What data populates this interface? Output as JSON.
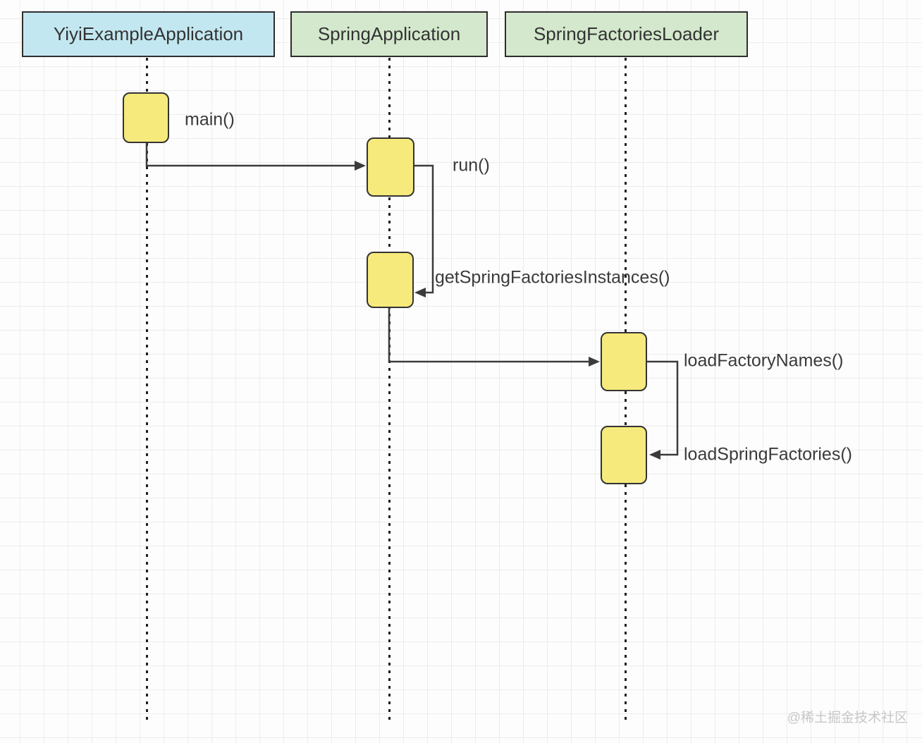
{
  "diagram": {
    "type": "uml-sequence-diagram",
    "actors": [
      {
        "name": "YiyiExampleApplication",
        "fill": "#c3e7f0"
      },
      {
        "name": "SpringApplication",
        "fill": "#d3e8cc"
      },
      {
        "name": "SpringFactoriesLoader",
        "fill": "#d3e8cc"
      }
    ],
    "messages": [
      {
        "label": "main()",
        "on": "YiyiExampleApplication"
      },
      {
        "label": "run()",
        "from": "YiyiExampleApplication",
        "to": "SpringApplication"
      },
      {
        "label": "getSpringFactoriesInstances()",
        "from": "SpringApplication",
        "to": "SpringApplication"
      },
      {
        "label": "loadFactoryNames()",
        "from": "SpringApplication",
        "to": "SpringFactoriesLoader"
      },
      {
        "label": "loadSpringFactories()",
        "from": "SpringFactoriesLoader",
        "to": "SpringFactoriesLoader"
      }
    ],
    "activation_count": 5
  },
  "watermark": {
    "text": "@稀土掘金技术社区"
  },
  "colors": {
    "actor_blue_fill": "#c3e7f0",
    "actor_green_fill": "#d3e8cc",
    "activation_fill": "#f6ea7c",
    "border_dark": "#2e2e2e",
    "line_color": "#3b3b3b",
    "label_text": "#3a3a3a",
    "grid_line": "#ececec",
    "watermark_gray": "#c7c7c7"
  }
}
